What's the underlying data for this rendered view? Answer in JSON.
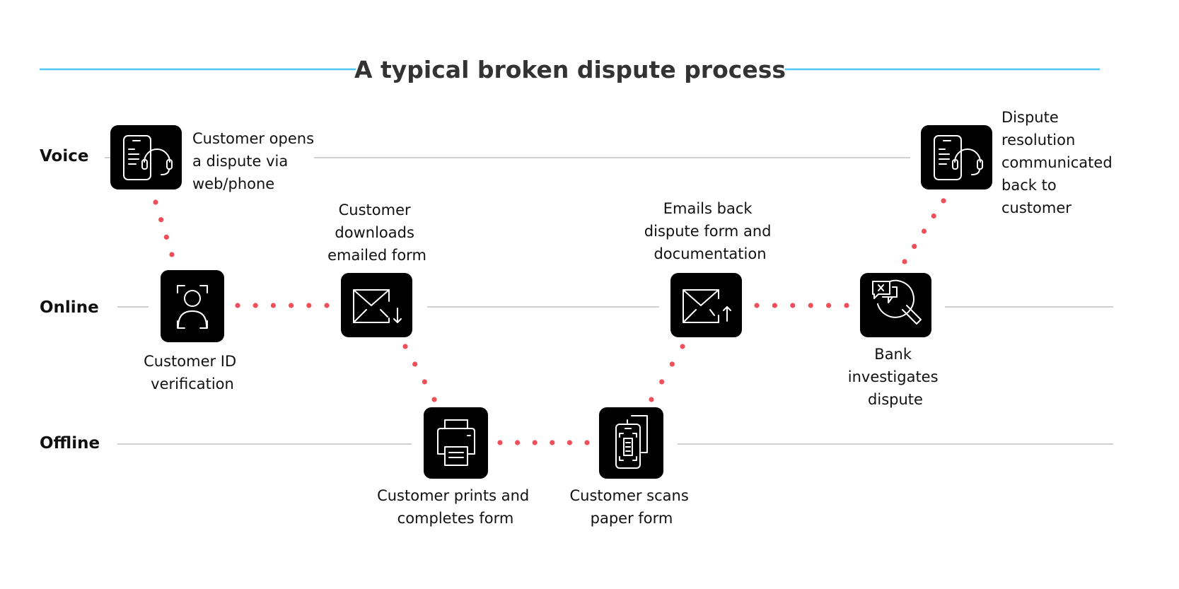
{
  "title": "A typical broken dispute process",
  "colors": {
    "accent_rule": "#4fc8f0",
    "connector_dots": "#f0505a",
    "node_fill": "#000000",
    "lane_line": "#b5b5b5"
  },
  "lanes": [
    {
      "id": "voice",
      "label": "Voice"
    },
    {
      "id": "online",
      "label": "Online"
    },
    {
      "id": "offline",
      "label": "Offline"
    }
  ],
  "steps": [
    {
      "id": "open",
      "icon": "phone-headset-icon",
      "lane": "voice",
      "caption": [
        "Customer opens",
        "a dispute via",
        "web/phone"
      ]
    },
    {
      "id": "verify",
      "icon": "face-id-icon",
      "lane": "online",
      "caption": [
        "Customer ID",
        "verification"
      ]
    },
    {
      "id": "download",
      "icon": "mail-download-icon",
      "lane": "online",
      "caption": [
        "Customer",
        "downloads",
        "emailed form"
      ]
    },
    {
      "id": "print",
      "icon": "printer-icon",
      "lane": "offline",
      "caption": [
        "Customer prints and",
        "completes form"
      ]
    },
    {
      "id": "scan",
      "icon": "phone-scan-icon",
      "lane": "offline",
      "caption": [
        "Customer scans",
        "paper form"
      ]
    },
    {
      "id": "email",
      "icon": "mail-upload-icon",
      "lane": "online",
      "caption": [
        "Emails back",
        "dispute form and",
        "documentation"
      ]
    },
    {
      "id": "investigate",
      "icon": "chat-search-icon",
      "lane": "online",
      "caption": [
        "Bank",
        "investigates",
        "dispute"
      ]
    },
    {
      "id": "resolve",
      "icon": "phone-headset-icon",
      "lane": "voice",
      "caption": [
        "Dispute",
        "resolution",
        "communicated",
        "back to",
        "customer"
      ]
    }
  ]
}
